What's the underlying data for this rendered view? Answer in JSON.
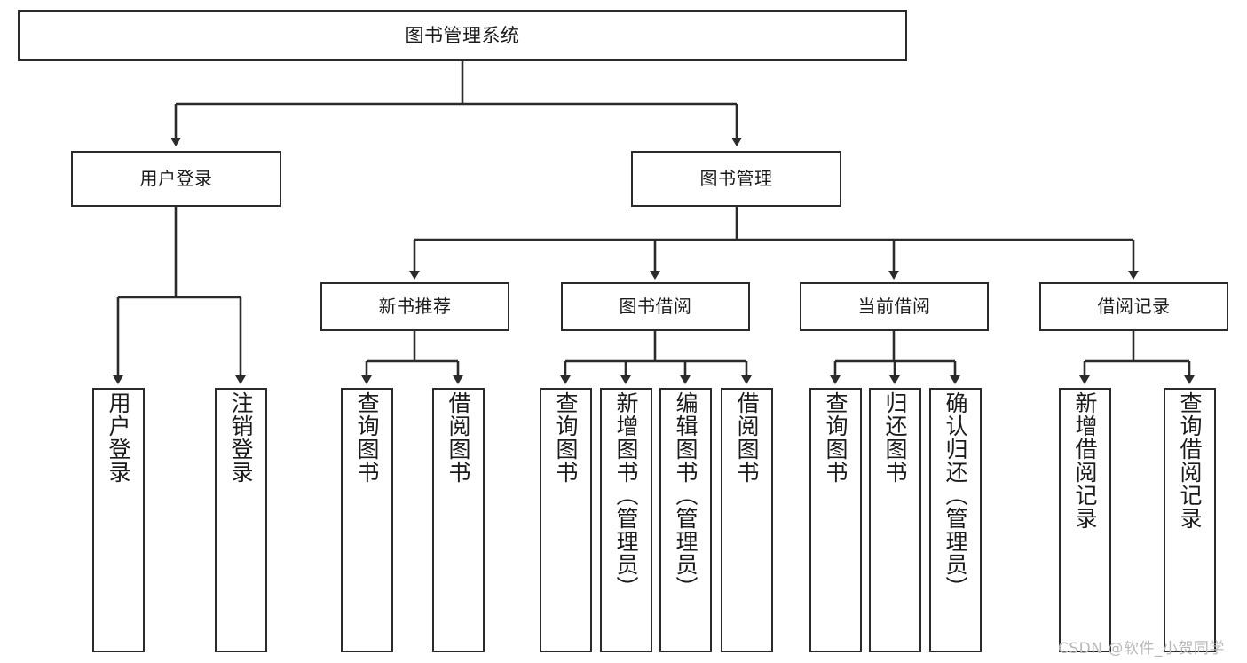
{
  "diagram": {
    "title": "图书管理系统",
    "type": "tree",
    "colors": {
      "box_border": "#2b2b2b",
      "box_fill": "#ffffff",
      "connector": "#2b2b2b",
      "text": "#1b1b1b",
      "watermark": "#b9b9b9",
      "background": "#ffffff"
    },
    "nodes": {
      "root": {
        "label": "图书管理系统"
      },
      "level2": [
        {
          "label": "用户登录"
        },
        {
          "label": "图书管理"
        }
      ],
      "level3": [
        {
          "label": "新书推荐"
        },
        {
          "label": "图书借阅"
        },
        {
          "label": "当前借阅"
        },
        {
          "label": "借阅记录"
        }
      ],
      "leaves": [
        {
          "label": "用户登录"
        },
        {
          "label": "注销登录"
        },
        {
          "label": "查询图书"
        },
        {
          "label": "借阅图书"
        },
        {
          "label": "查询图书"
        },
        {
          "label": "新增图书（管理员）"
        },
        {
          "label": "编辑图书（管理员）"
        },
        {
          "label": "借阅图书"
        },
        {
          "label": "查询图书"
        },
        {
          "label": "归还图书"
        },
        {
          "label": "确认归还（管理员）"
        },
        {
          "label": "新增借阅记录"
        },
        {
          "label": "查询借阅记录"
        }
      ]
    },
    "edges": [
      {
        "from": "图书管理系统",
        "to": "用户登录"
      },
      {
        "from": "图书管理系统",
        "to": "图书管理"
      },
      {
        "from": "用户登录",
        "to": "用户登录"
      },
      {
        "from": "用户登录",
        "to": "注销登录"
      },
      {
        "from": "图书管理",
        "to": "新书推荐"
      },
      {
        "from": "图书管理",
        "to": "图书借阅"
      },
      {
        "from": "图书管理",
        "to": "当前借阅"
      },
      {
        "from": "图书管理",
        "to": "借阅记录"
      },
      {
        "from": "新书推荐",
        "to": "查询图书"
      },
      {
        "from": "新书推荐",
        "to": "借阅图书"
      },
      {
        "from": "图书借阅",
        "to": "查询图书"
      },
      {
        "from": "图书借阅",
        "to": "新增图书（管理员）"
      },
      {
        "from": "图书借阅",
        "to": "编辑图书（管理员）"
      },
      {
        "from": "图书借阅",
        "to": "借阅图书"
      },
      {
        "from": "当前借阅",
        "to": "查询图书"
      },
      {
        "from": "当前借阅",
        "to": "归还图书"
      },
      {
        "from": "当前借阅",
        "to": "确认归还（管理员）"
      },
      {
        "from": "借阅记录",
        "to": "新增借阅记录"
      },
      {
        "from": "借阅记录",
        "to": "查询借阅记录"
      }
    ]
  },
  "watermark": {
    "text": "CSDN @软件_小贺同学"
  }
}
